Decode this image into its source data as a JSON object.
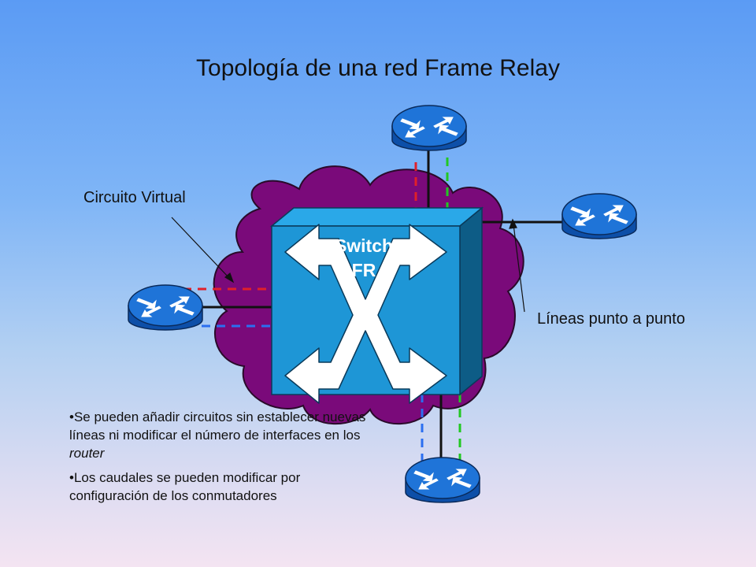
{
  "title": "Topología de una red Frame Relay",
  "labels": {
    "virtual_circuit": "Circuito Virtual",
    "point_to_point": "Líneas punto a punto"
  },
  "switch": {
    "line1": "Switch",
    "line2": "FR"
  },
  "bullets": [
    {
      "marker": "•",
      "text_before": "Se pueden añadir circuitos sin establecer nuevas líneas ni modificar el número de interfaces en los ",
      "text_italic": "router",
      "text_after": ""
    },
    {
      "marker": "•",
      "text_before": "Los caudales se pueden modificar por configuración de los conmutadores",
      "text_italic": "",
      "text_after": ""
    }
  ],
  "colors": {
    "cloud": "#7a0a7a",
    "router": "#1f74d8",
    "switch_front": "#1e96d6",
    "switch_side": "#0d5c86",
    "switch_top": "#2aa8e8",
    "vc_red": "#e0202a",
    "vc_green": "#22c822",
    "vc_blue": "#2b6ff0"
  },
  "icons": [
    "router-icon",
    "frame-relay-switch-icon",
    "cloud-shape"
  ]
}
